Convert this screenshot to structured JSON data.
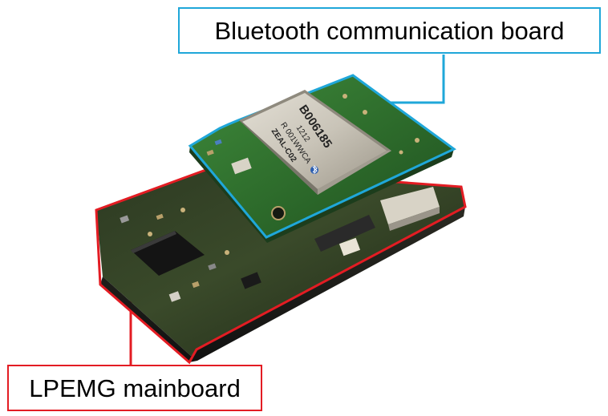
{
  "labels": {
    "bluetooth_board": "Bluetooth communication board",
    "mainboard": "LPEMG mainboard"
  },
  "module_markings": {
    "line1": "B006185",
    "line2": "1212",
    "line3": "R 001WWCA",
    "line4": "ZEAL-C02"
  },
  "colors": {
    "bluetooth_outline": "#1fa7d9",
    "mainboard_outline": "#e31c23",
    "pcb_green": "#2f6a2c",
    "shield_silver": "#c9c4b8"
  }
}
